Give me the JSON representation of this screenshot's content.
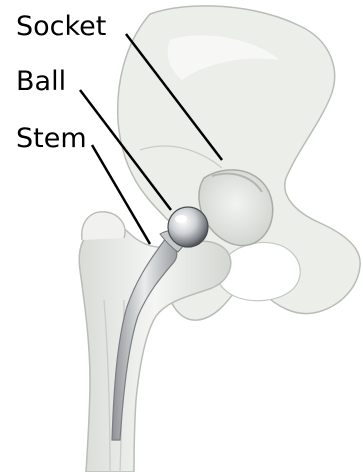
{
  "labels": {
    "socket": "Socket",
    "ball": "Ball",
    "stem": "Stem"
  },
  "colors": {
    "bone_fill": "#eceeea",
    "bone_highlight": "#f7f8f6",
    "bone_outline": "#b9bdb7",
    "bone_shadow": "#c9cdc7",
    "implant_metal": "#d8dadc",
    "implant_shadow": "#6f7377",
    "leader_line": "#000000",
    "text": "#000000"
  }
}
